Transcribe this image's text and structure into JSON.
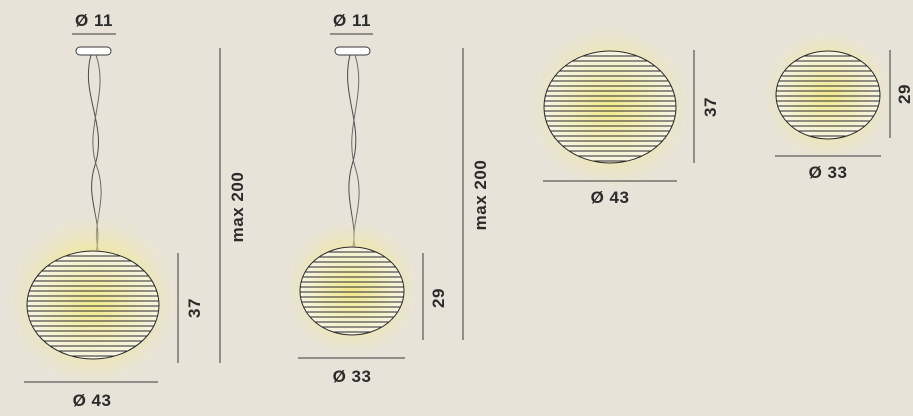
{
  "colors": {
    "background": "#e8e3d9",
    "line": "#3a3a3a",
    "glow": "#f3ea86",
    "shade_fill": "#f5efc2"
  },
  "pendant_large": {
    "canopy_diameter": "Ø 11",
    "max_height": "max 200",
    "shade_height": "37",
    "shade_diameter": "Ø 43"
  },
  "pendant_small": {
    "canopy_diameter": "Ø 11",
    "max_height": "max 200",
    "shade_height": "29",
    "shade_diameter": "Ø 33"
  },
  "table_large": {
    "height": "37",
    "diameter": "Ø 43"
  },
  "table_small": {
    "height": "29",
    "diameter": "Ø 33"
  }
}
